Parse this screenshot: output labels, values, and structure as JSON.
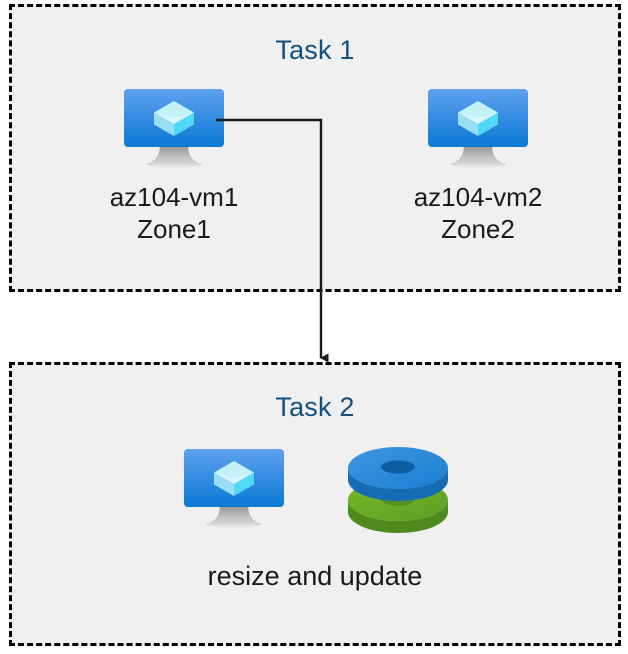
{
  "diagram": {
    "title": "Azure VM tasks diagram",
    "background_color": "#ffffff",
    "container_fill": "#f0f0f0",
    "container_border_color": "#000000",
    "title_color": "#13507f",
    "label_color": "#1a1a1a",
    "accent_blue": "#2b88d8",
    "accent_green": "#6aa62b"
  },
  "task1": {
    "title": "Task 1",
    "nodes": [
      {
        "icon": "virtual-machine-icon",
        "name_line1": "az104-vm1",
        "name_line2": "Zone1"
      },
      {
        "icon": "virtual-machine-icon",
        "name_line1": "az104-vm2",
        "name_line2": "Zone2"
      }
    ]
  },
  "task2": {
    "title": "Task 2",
    "icons": [
      "virtual-machine-icon",
      "managed-disks-icon"
    ],
    "caption": "resize and update"
  },
  "connector": {
    "name": "arrow-task1-to-task2",
    "color": "#1a1a1a",
    "from": "az104-vm1",
    "to": "Task 2"
  }
}
